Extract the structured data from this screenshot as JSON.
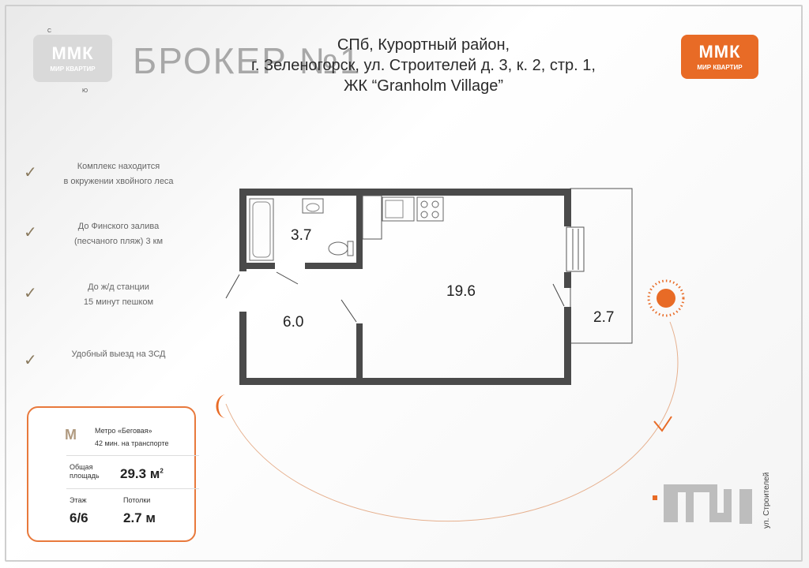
{
  "header": {
    "logo_left": {
      "mark": "ММК",
      "text": "МИР КВАРТИР"
    },
    "logo_right": {
      "mark": "ММК",
      "text": "МИР КВАРТИР"
    },
    "watermark_title": "БРОКЕР №1",
    "address_lines": [
      "СПб, Курортный район,",
      "г. Зеленогорск, ул. Строителей д. 3, к. 2, стр. 1,",
      "ЖК “Granholm Village”"
    ],
    "small_letters": {
      "top": "С",
      "bottom": "Ю"
    }
  },
  "features": [
    {
      "line1": "Комплекс находится",
      "line2": "в окружении хвойного леса"
    },
    {
      "line1": "До Финского залива",
      "line2": "(песчаного пляж) 3 км"
    },
    {
      "line1": "До ж/д станции",
      "line2": "15 минут пешком"
    },
    {
      "line1": "Удобный выезд на ЗСД",
      "line2": ""
    }
  ],
  "card": {
    "metro_icon": "М",
    "metro_line1": "Метро «Беговая»",
    "metro_line2": "42 мин. на транспорте",
    "area_label_1": "Общая",
    "area_label_2": "площадь",
    "area_value": "29.3 м",
    "area_sup": "2",
    "floor_label": "Этаж",
    "floor_value": "6/6",
    "ceiling_label": "Потолки",
    "ceiling_value": "2.7 м"
  },
  "plan": {
    "rooms": {
      "bathroom": "3.7",
      "hall": "6.0",
      "living": "19.6",
      "balcony": "2.7"
    }
  },
  "map": {
    "street_label": "ул. Строителей"
  },
  "colors": {
    "accent": "#e86b26",
    "wall": "#4a4a4a",
    "card_border": "#e8793c"
  },
  "icons": [
    "check-icon",
    "metro-icon",
    "sun-icon",
    "moon-icon",
    "arrow-down-icon"
  ]
}
